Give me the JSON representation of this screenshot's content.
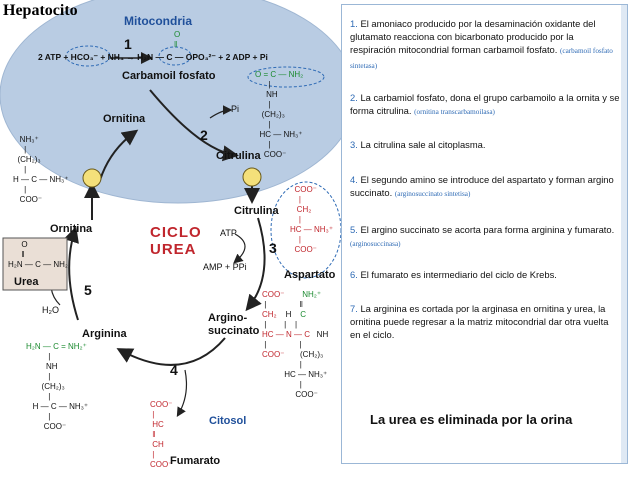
{
  "title": "Hepatocito",
  "mito_label": "Mitocondria",
  "citosol_label": "Citosol",
  "cycle_title_line1": "CICLO",
  "cycle_title_line2": "UREA",
  "molecules": {
    "carbamoil": "Carbamoil fosfato",
    "ornitina_mito": "Ornitina",
    "citrulina_mito": "Citrulina",
    "citrulina_cyto": "Citrulina",
    "ornitina_cyto": "Ornitina",
    "aspartato": "Aspartato",
    "arginosuccinato": "Argino-\nsuccinato",
    "arginina": "Arginina",
    "fumarato": "Fumarato",
    "urea": "Urea",
    "h2o": "H₂O",
    "pi": "Pi",
    "atp": "ATP",
    "amp": "AMP + PPi"
  },
  "reaction1": "2 ATP + HCO₃⁻ + NH₃ → H₂N — C — OPO₃²⁻ + 2 ADP + Pi",
  "step_numbers": [
    "1",
    "2",
    "3",
    "4",
    "5"
  ],
  "panel_steps": [
    {
      "n": "1.",
      "text": "El amoniaco producido por la desaminación oxidante del glutamato reacciona con bicarbonato producido por la respiración mitocondrial forman carbamoil fosfato.",
      "note": "(carbamoil fosfato sintetasa)"
    },
    {
      "n": "2.",
      "text": "La carbamiol fosfato, dona el grupo carbamoilo a la ornita y se forma citrulina.",
      "note": "(ornitina transcarbamoilasa)"
    },
    {
      "n": "3.",
      "text": "La citrulina sale al citoplasma.",
      "note": ""
    },
    {
      "n": "4.",
      "text": "El segundo amino se introduce del aspartato y forman argino succinato.",
      "note": "(arginosuccinato sintetisa)"
    },
    {
      "n": "5.",
      "text": "El argino succinato se acorta para forma arginina y fumarato.",
      "note": "(arginosuccinasa)"
    },
    {
      "n": "6.",
      "text": "El fumarato es intermediario del ciclo de Krebs.",
      "note": ""
    },
    {
      "n": "7.",
      "text": "La arginina es cortada por la arginasa en ornitina y urea, la ornitina puede regresar a la matriz mitocondrial dar otra vuelta en el ciclo.",
      "note": ""
    }
  ],
  "conclusion": "La urea es eliminada por la orina",
  "colors": {
    "mito": "#b9cce3",
    "accent": "#2f6bb5",
    "red": "#c0262d",
    "green": "#1b8a2f",
    "panel_border": "#9bb7d6"
  }
}
